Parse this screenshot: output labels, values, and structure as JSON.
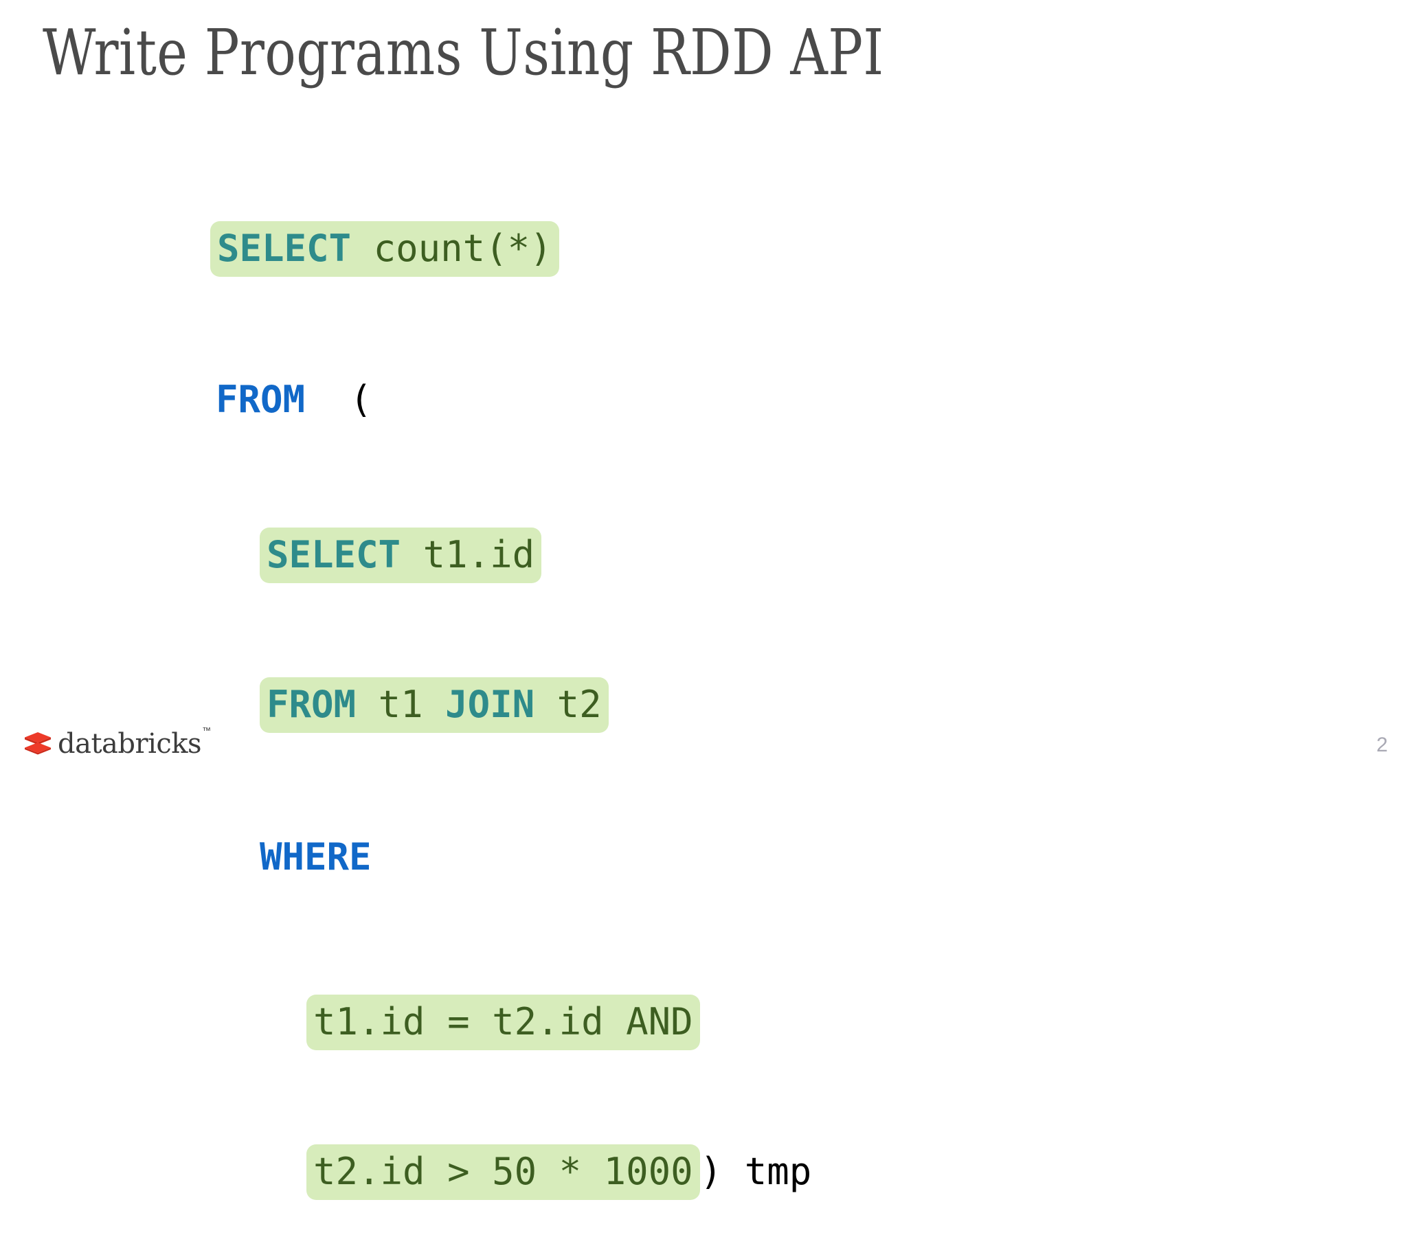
{
  "slide": {
    "title": "Write Programs Using RDD API",
    "page_number": "2",
    "background_color": "#ffffff",
    "title_color": "#4a4a4a"
  },
  "colors": {
    "highlight": "#d7ecbb",
    "keyword_teal": "#2e8b8b",
    "keyword_blue": "#1168c8",
    "identifier_green": "#3d5e21",
    "plain_black": "#000000",
    "page_number_gray": "#a9a9b4",
    "logo_red": "#ed3a29",
    "logo_dark_red": "#cc2a1a",
    "logo_text_gray": "#3c3c3c"
  },
  "code": {
    "language": "sql",
    "lines": [
      {
        "id": "line-1",
        "segments": [
          {
            "text": "SELECT",
            "style": "kw-teal",
            "highlight": true
          },
          {
            "text": " ",
            "style": "plain",
            "highlight": true
          },
          {
            "text": "count(*)",
            "style": "ident",
            "highlight": true
          }
        ]
      },
      {
        "id": "line-2",
        "segments": [
          {
            "text": "FROM",
            "style": "kw-blue",
            "highlight": false
          },
          {
            "text": "  ",
            "style": "plain",
            "highlight": false
          },
          {
            "text": "(",
            "style": "plain",
            "highlight": false
          }
        ]
      },
      {
        "id": "line-3",
        "segments": [
          {
            "text": "SELECT",
            "style": "kw-teal",
            "highlight": true
          },
          {
            "text": " ",
            "style": "plain",
            "highlight": true
          },
          {
            "text": "t1.id",
            "style": "ident",
            "highlight": true
          }
        ]
      },
      {
        "id": "line-4",
        "segments": [
          {
            "text": "FROM",
            "style": "kw-teal",
            "highlight": true
          },
          {
            "text": " ",
            "style": "plain",
            "highlight": true
          },
          {
            "text": "t1",
            "style": "ident",
            "highlight": true
          },
          {
            "text": " ",
            "style": "plain",
            "highlight": true
          },
          {
            "text": "JOIN",
            "style": "kw-teal",
            "highlight": true
          },
          {
            "text": " ",
            "style": "plain",
            "highlight": true
          },
          {
            "text": "t2",
            "style": "ident",
            "highlight": true
          }
        ]
      },
      {
        "id": "line-5",
        "segments": [
          {
            "text": "WHERE",
            "style": "kw-blue",
            "highlight": false
          }
        ]
      },
      {
        "id": "line-6",
        "segments": [
          {
            "text": "t1.id = t2.id AND",
            "style": "ident",
            "highlight": true
          }
        ]
      },
      {
        "id": "line-7",
        "segments": [
          {
            "text": "t2.id > 50 * 1000",
            "style": "ident",
            "highlight": true
          },
          {
            "text": ")",
            "style": "plain",
            "highlight": false
          },
          {
            "text": " tmp",
            "style": "plain",
            "highlight": false
          }
        ]
      }
    ],
    "full_text": "SELECT count(*)\nFROM  (\n  SELECT t1.id\n  FROM t1 JOIN t2\n  WHERE\n    t1.id = t2.id AND\n    t2.id > 50 * 1000) tmp"
  },
  "footer": {
    "logo_text": "databricks",
    "logo_trademark": "™"
  }
}
